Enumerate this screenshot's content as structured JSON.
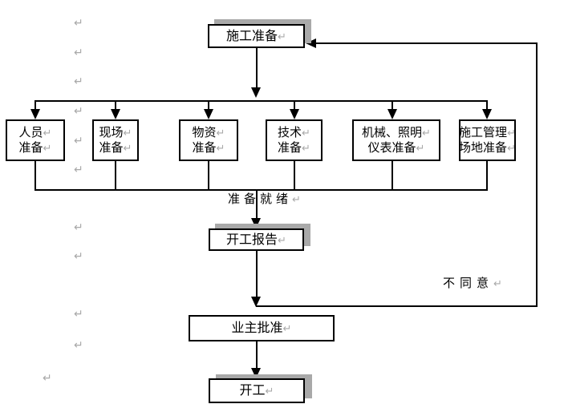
{
  "flowchart": {
    "top_box": {
      "label": "施工准备"
    },
    "prep_boxes": [
      {
        "line1": "人员",
        "line2": "准备"
      },
      {
        "line1": "现场",
        "line2": "准备"
      },
      {
        "line1": "物资",
        "line2": "准备"
      },
      {
        "line1": "技术",
        "line2": "准备"
      },
      {
        "line1": "机械、照明",
        "line2": "仪表准备"
      },
      {
        "line1": "施工管理",
        "line2": "场地准备"
      }
    ],
    "labels": {
      "ready": "准备就绪",
      "disagree": "不同意"
    },
    "report_box": {
      "label": "开工报告"
    },
    "approve_box": {
      "label": "业主批准"
    },
    "start_box": {
      "label": "开工"
    }
  },
  "marks": {
    "paragraph_glyph": "↵"
  },
  "colors": {
    "line": "#000000",
    "shadow": "#a9a9a9",
    "paragraph_mark": "#a9a9a9",
    "background": "#ffffff"
  }
}
